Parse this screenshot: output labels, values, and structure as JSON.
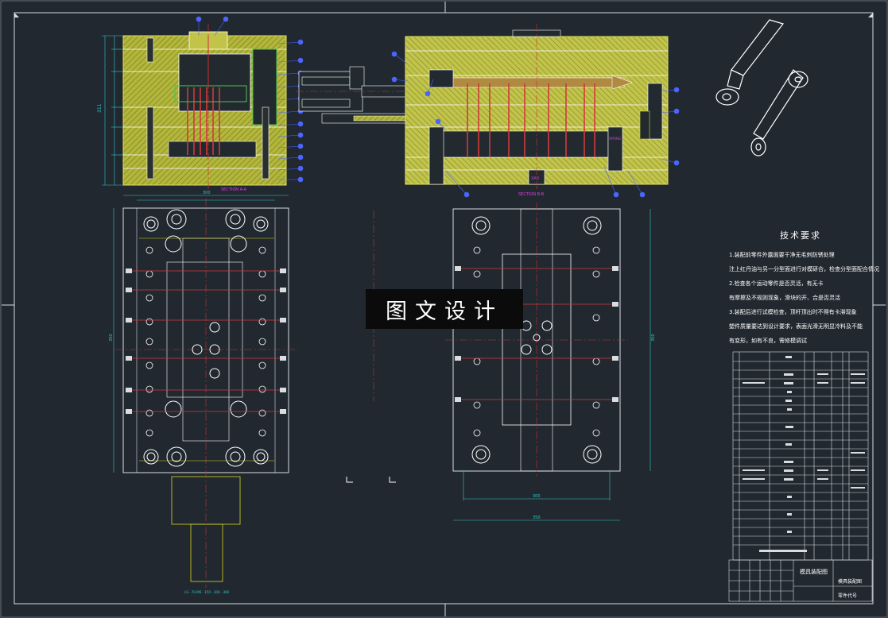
{
  "drawing": {
    "section_a_label": "SECTION A-A",
    "section_b_label": "SECTION B-B",
    "dim_left_width": "300",
    "dim_left_height": "350",
    "dim_right_height": "350",
    "dim_right_inner": "300",
    "dim_right_outer": "350",
    "dim_total_height": "311",
    "label_spring": "SPRING",
    "label_block": "ХАЗ",
    "label_bottom": "LS - 70-M6 - 150 - 300 - 360"
  },
  "watermark": {
    "text": "图文设计"
  },
  "notes": {
    "title": "技术要求",
    "lines": [
      "1.装配前零件外露面要干净无毛刺防锈处理",
      "注上红丹油与另一分型面进行对模研合，检查分型面配合情况",
      "2.检查各个运动零件是否灵活，有无卡",
      "有摩擦及不规则现象，滑块的开、合是否灵活",
      "3.装配后进行试模检查，顶杆顶出时不得有卡滞现象",
      "塑件质量要达到设计要求，表面光滑无明显冷料及不能",
      "有变形，如有不良，需修模调试"
    ]
  },
  "title_block": {
    "title": "模具装配图",
    "drawing_no": "模具装配图",
    "part_no": "零件代号"
  },
  "colors": {
    "background": "#212830",
    "plate": "#b8b83a",
    "green_outline": "#4ec24e",
    "pin_red": "#d23a3a",
    "balloon_blue": "#4a66ff",
    "center_red": "#cc3030",
    "yellow_line": "#d8d820",
    "cyan_dim": "#32c8c8",
    "magenta": "#d040d0"
  }
}
